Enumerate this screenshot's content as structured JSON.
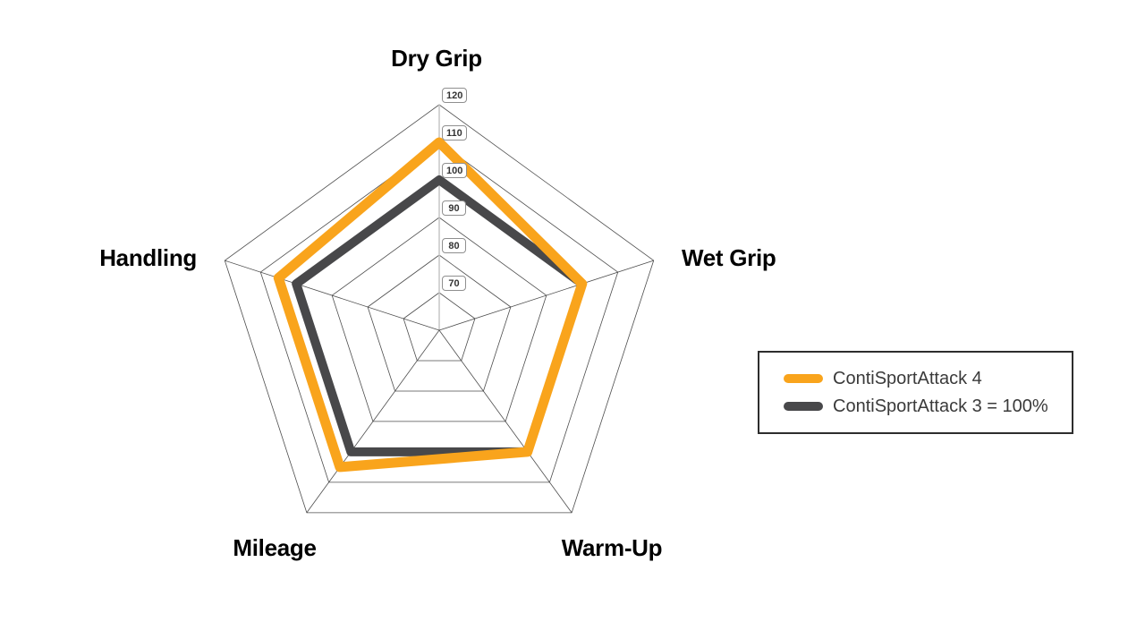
{
  "chart_data": {
    "type": "radar",
    "title": "",
    "axes": [
      "Dry Grip",
      "Wet Grip",
      "Warm-Up",
      "Mileage",
      "Handling"
    ],
    "ticks": [
      120,
      110,
      100,
      90,
      80,
      70
    ],
    "scale": {
      "center_value": 60,
      "max_value": 120,
      "tick_step": 10
    },
    "series": [
      {
        "name": "ContiSportAttack 4",
        "color": "#F9A41C",
        "values": [
          110,
          100,
          100,
          105,
          105
        ]
      },
      {
        "name": "ContiSportAttack 3 = 100%",
        "color": "#48484A",
        "values": [
          100,
          100,
          100,
          100,
          100
        ]
      }
    ],
    "legend_position": "right"
  },
  "colors": {
    "background": "#FFFFFF",
    "grid_line": "#4D4D4D",
    "value_axis_line": "#C6C6C6",
    "tick_text": "#333333",
    "tick_border": "#8F8F8F",
    "axis_label_text": "#000000",
    "legend_border": "#2D2D2D",
    "legend_text": "#3A3A3A"
  }
}
